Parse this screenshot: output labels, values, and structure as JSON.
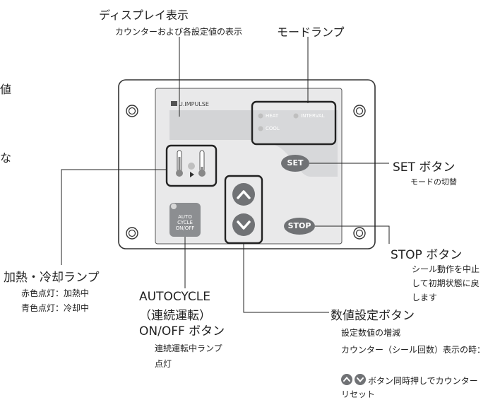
{
  "callouts": {
    "display_title": "ディスプレイ表示",
    "display_desc": "カウンターおよび各設定値の表示",
    "mode_lamp_title": "モードランプ",
    "set_title": "SET ボタン",
    "set_desc": "モードの切替",
    "stop_title": "STOP ボタン",
    "stop_desc_1": "シール動作を中止",
    "stop_desc_2": "して初期状態に戻",
    "stop_desc_3": "します",
    "heat_cool_title": "加熱・冷却ランプ",
    "heat_cool_desc_1": "赤色点灯：加熱中",
    "heat_cool_desc_2": "青色点灯：冷却中",
    "auto_title_1": "AUTOCYCLE",
    "auto_title_2": "（連続運転）",
    "auto_title_3": "ON/OFF ボタン",
    "auto_desc_1": "連続運転中ランプ",
    "auto_desc_2": "点灯",
    "num_title": "数値設定ボタン",
    "num_desc_1": "設定数値の増減",
    "num_desc_2": "カウンター（シール回数）表示の時：",
    "num_desc_3": "ボタン同時押しでカウンター",
    "num_desc_4": "リセット"
  },
  "panel": {
    "brand": "U.IMPULSE",
    "lamp_heat": "HEAT",
    "lamp_interval": "INTERVAL",
    "lamp_cool": "COOL",
    "set_label": "SET",
    "stop_label": "STOP",
    "auto_line1": "AUTO",
    "auto_line2": "CYCLE",
    "auto_line3": "ON/OFF"
  },
  "edge_fragments": {
    "left_char_1": "値",
    "left_char_2": "な"
  }
}
